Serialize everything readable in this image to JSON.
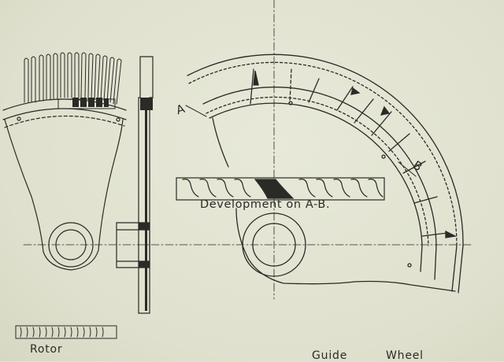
{
  "labels": {
    "development": "Development on A-B.",
    "point_a": "A",
    "point_b": "B",
    "rotor": "Rotor",
    "guide": "Guide",
    "wheel": "Wheel"
  },
  "colors": {
    "paper": "#e2e3d2",
    "ink": "#2a2a26"
  }
}
